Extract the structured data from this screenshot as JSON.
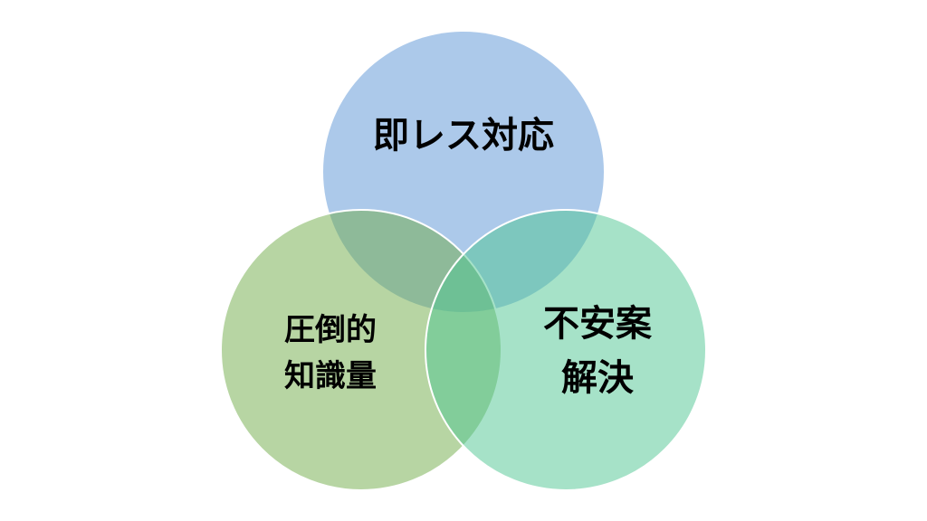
{
  "diagram": {
    "type": "venn",
    "circles": [
      {
        "label": "即レス対応",
        "color": "#acc9ea"
      },
      {
        "label": "圧倒的\n知識量",
        "color": "#6fab47"
      },
      {
        "label": "不安案\n解決",
        "color": "#4dc591"
      }
    ]
  }
}
